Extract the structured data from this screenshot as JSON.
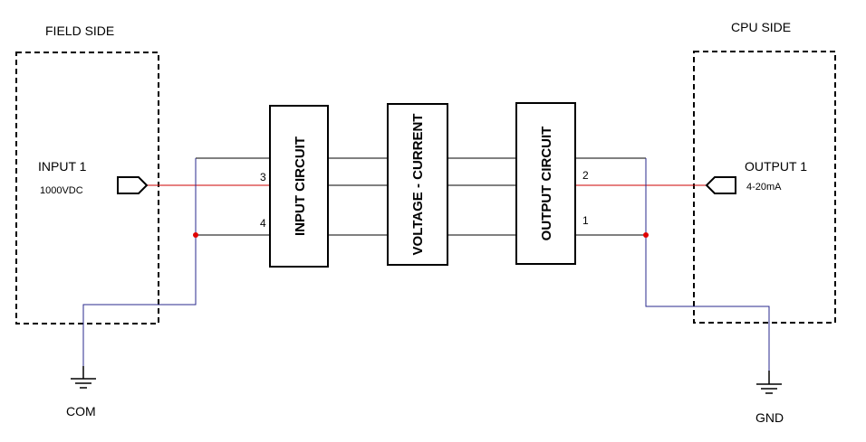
{
  "field_side": {
    "title": "FIELD SIDE",
    "input_label": "INPUT 1",
    "input_rating": "1000VDC",
    "com_label": "COM"
  },
  "cpu_side": {
    "title": "CPU SIDE",
    "output_label": "OUTPUT 1",
    "output_range": "4-20mA",
    "gnd_label": "GND"
  },
  "blocks": {
    "input_circuit": "INPUT CIRCUIT",
    "voltage_current": "VOLTAGE - CURRENT",
    "output_circuit": "OUTPUT CIRCUIT"
  },
  "pins": {
    "input_pin_signal": "3",
    "input_pin_common": "4",
    "output_pin_signal": "2",
    "output_pin_common": "1"
  },
  "colors": {
    "signal_wire": "#cc0000",
    "ground_wire": "#2a2a8c",
    "junction_dot": "#e00000",
    "line": "#000000"
  }
}
